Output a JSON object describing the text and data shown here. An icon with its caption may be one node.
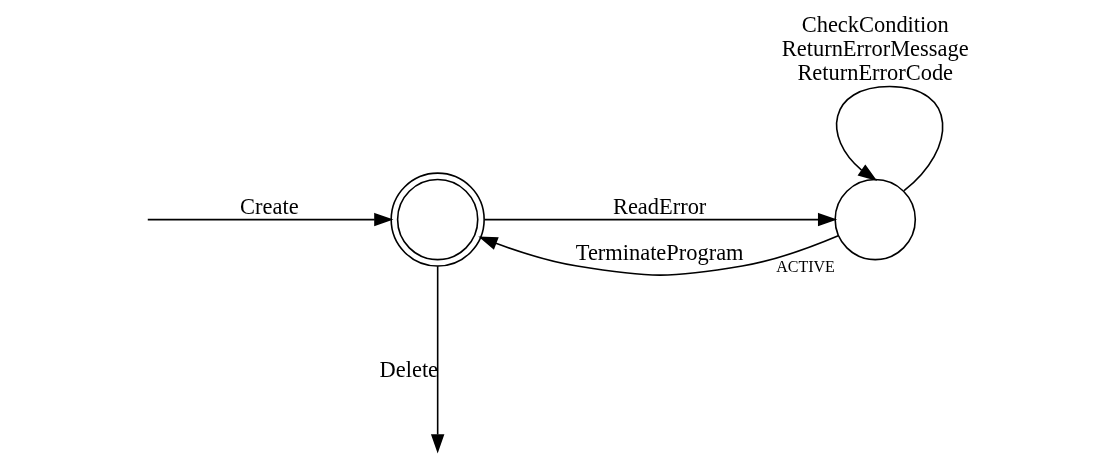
{
  "diagram": {
    "nodes": [
      {
        "text": [],
        "shape": "circle"
      },
      {
        "text": [],
        "shape": "circle",
        "beside": [
          "ACTIVE"
        ]
      }
    ],
    "edges": [
      {
        "from": null,
        "to": 0,
        "arrow": "to",
        "label": "Create"
      },
      {
        "from": 0,
        "to": 1,
        "arrow": "to",
        "label": "ReadError"
      },
      {
        "from": 1,
        "to": 1,
        "arrow": "to",
        "label": "CheckCondition ReturnErrorMessage ReturnErrorCode"
      },
      {
        "from": 1,
        "to": 0,
        "arrow": "to",
        "label": "TerminateProgram"
      },
      {
        "from": 0,
        "to": null,
        "arrow": "to",
        "label": "Delete"
      }
    ]
  }
}
